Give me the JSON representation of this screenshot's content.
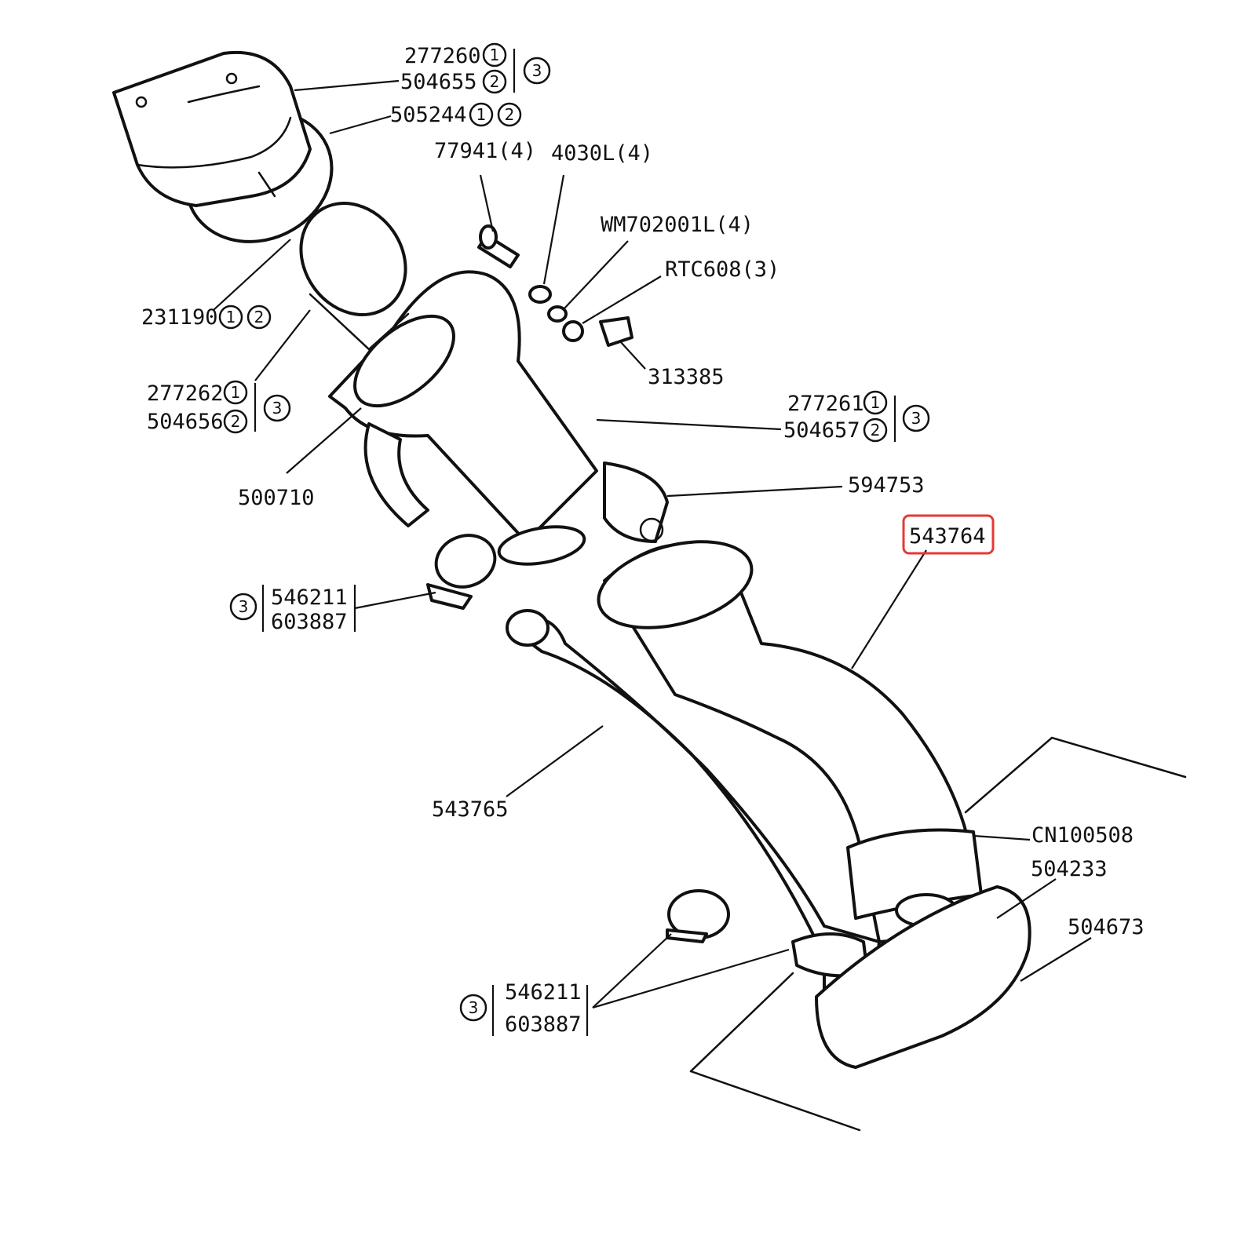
{
  "highlight_color": "#e53935",
  "labels": {
    "p277260": "277260",
    "p504655": "504655",
    "p505244": "505244",
    "p77941": "77941(4)",
    "p4030L": "4030L(4)",
    "pWM": "WM702001L(4)",
    "pRTC": "RTC608(3)",
    "p231190": "231190",
    "p313385": "313385",
    "p277262": "277262",
    "p504656": "504656",
    "p277261": "277261",
    "p504657": "504657",
    "p500710": "500710",
    "p594753": "594753",
    "p543764": "543764",
    "p546211a": "546211",
    "p603887a": "603887",
    "p543765": "543765",
    "pCN": "CN100508",
    "p504233": "504233",
    "p504673": "504673",
    "p546211b": "546211",
    "p603887b": "603887"
  },
  "markers": {
    "one": "1",
    "two": "2",
    "three": "3"
  }
}
